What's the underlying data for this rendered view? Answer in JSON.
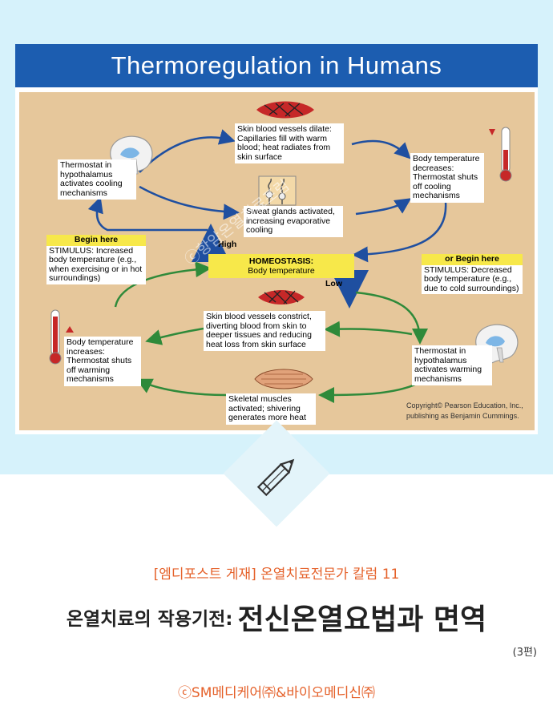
{
  "figure": {
    "title": "Thermoregulation in Humans",
    "skin_dilate": "Skin blood vessels dilate: Capillaries fill with warm blood; heat radiates from skin surface",
    "thermostat_cooling": "Thermostat in hypothalamus activates cooling mechanisms",
    "temp_decreases": "Body temperature decreases: Thermostat shuts off cooling mechanisms",
    "sweat": "Sweat glands activated, increasing evaporative cooling",
    "begin_here_left": "Begin here",
    "stimulus_increased": "STIMULUS: Increased body temperature (e.g., when exercising or in hot surroundings)",
    "high_label": "High",
    "homeostasis_title": "HOMEOSTASIS:",
    "homeostasis_sub": "Body temperature",
    "low_label": "Low",
    "begin_here_right": "or Begin here",
    "stimulus_decreased": "STIMULUS: Decreased body temperature (e.g., due to cold surroundings)",
    "skin_constrict": "Skin blood vessels constrict, diverting blood from skin to deeper tissues and reducing heat loss from skin surface",
    "temp_increases": "Body temperature increases: Thermostat shuts off warming mechanisms",
    "thermostat_warming": "Thermostat in hypothalamus activates warming mechanisms",
    "shivering": "Skeletal muscles activated; shivering generates more heat",
    "copyright_1": "Copyright© Pearson Education, Inc.,",
    "copyright_2": "publishing as Benjamin Cummings.",
    "watermark": "ⓒ항암온열치료포럼"
  },
  "article": {
    "subtitle": "[엠디포스트 게재] 온열치료전문가 칼럼 11",
    "headline_small": "온열치료의 작용기전:",
    "headline_big": "전신온열요법과 면역",
    "part": "(3편)",
    "footer": "ⓒSM메디케어㈜&바이오메디신㈜"
  },
  "colors": {
    "title_bar": "#1c5db0",
    "diagram_bg": "#e6c79b",
    "highlight_yellow": "#f7e84a",
    "cooling_arrow": "#1f4fa0",
    "warming_arrow": "#2f8a3a",
    "accent_text": "#e5612a",
    "page_top_bg": "#d6f2fb"
  },
  "icons": [
    "brain-icon",
    "blood-vessel-icon",
    "sweat-gland-icon",
    "thermometer-icon",
    "muscle-icon",
    "pencil-icon"
  ]
}
